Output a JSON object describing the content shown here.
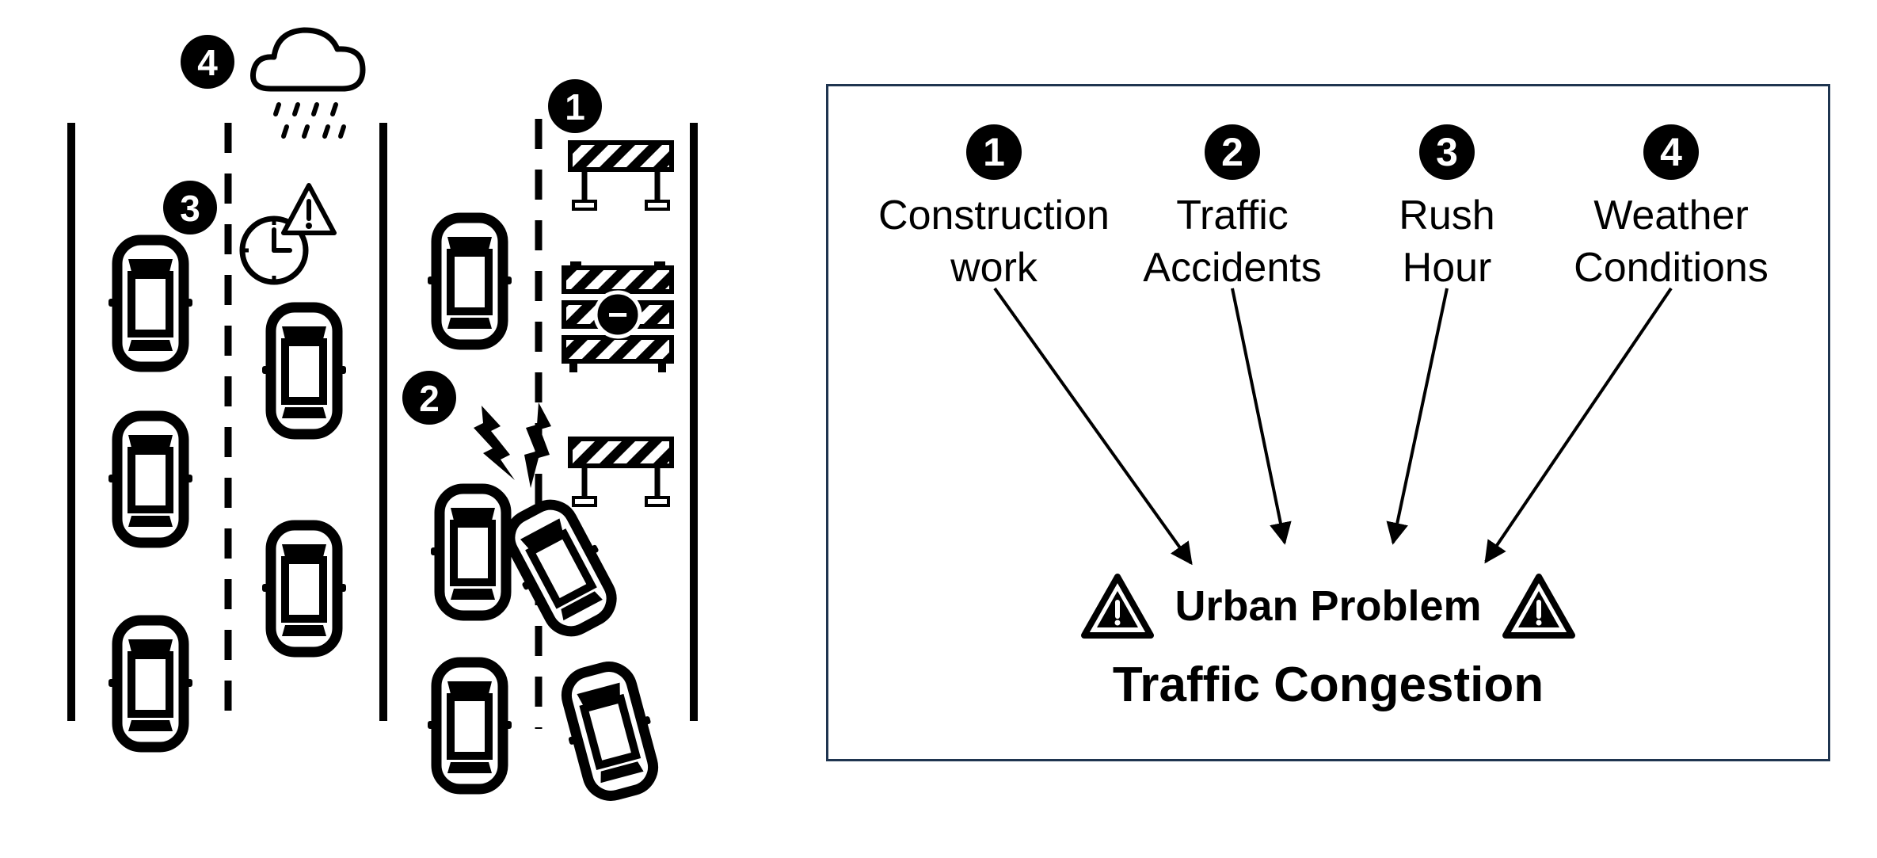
{
  "diagram": {
    "causes": [
      {
        "number": "1",
        "label_line1": "Construction",
        "label_line2": "work"
      },
      {
        "number": "2",
        "label_line1": "Traffic",
        "label_line2": "Accidents"
      },
      {
        "number": "3",
        "label_line1": "Rush",
        "label_line2": "Hour"
      },
      {
        "number": "4",
        "label_line1": "Weather",
        "label_line2": "Conditions"
      }
    ],
    "problem_label": "Urban Problem",
    "problem_title": "Traffic Congestion"
  },
  "scene": {
    "badges": {
      "weather": "4",
      "rush_hour": "3",
      "accident": "2",
      "construction": "1"
    },
    "barrier_symbol": "−"
  },
  "colors": {
    "ink": "#000000",
    "panel_border": "#1f3550",
    "background": "#ffffff"
  }
}
